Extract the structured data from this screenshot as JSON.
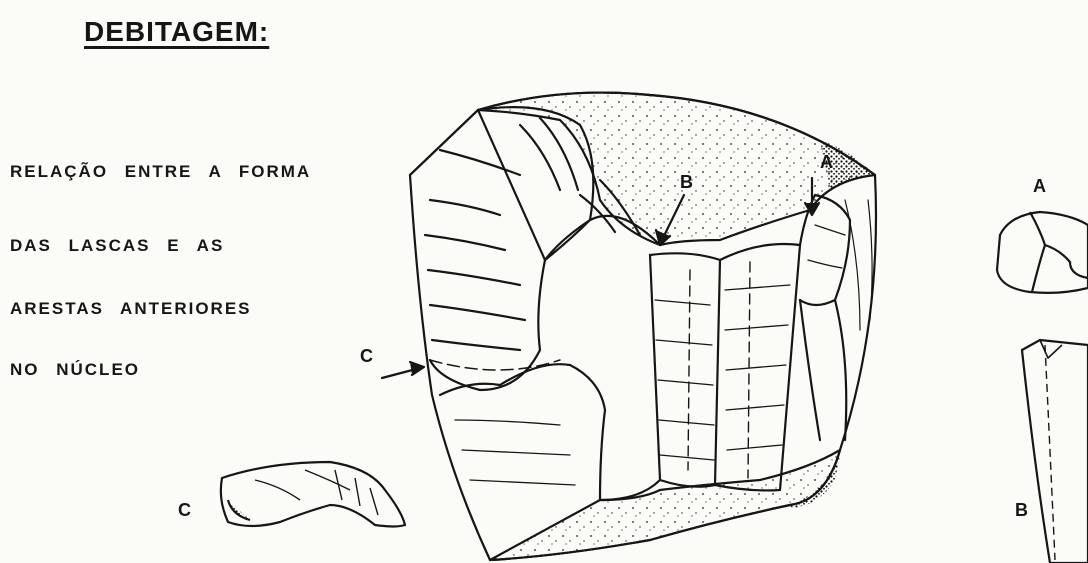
{
  "title": "DEBITAGEM:",
  "caption": {
    "line1": "RELAÇÃO   ENTRE A  FORMA",
    "line2": "DAS    LASCAS   E  AS",
    "line3": "ARESTAS  ANTERIORES",
    "line4": "NO   NÚCLEO"
  },
  "labels": {
    "core_a": "A",
    "core_b": "B",
    "core_c": "C",
    "flake_a": "A",
    "flake_b": "B",
    "flake_c": "C"
  },
  "colors": {
    "ink": "#161616",
    "paper": "#fbfbf7"
  }
}
